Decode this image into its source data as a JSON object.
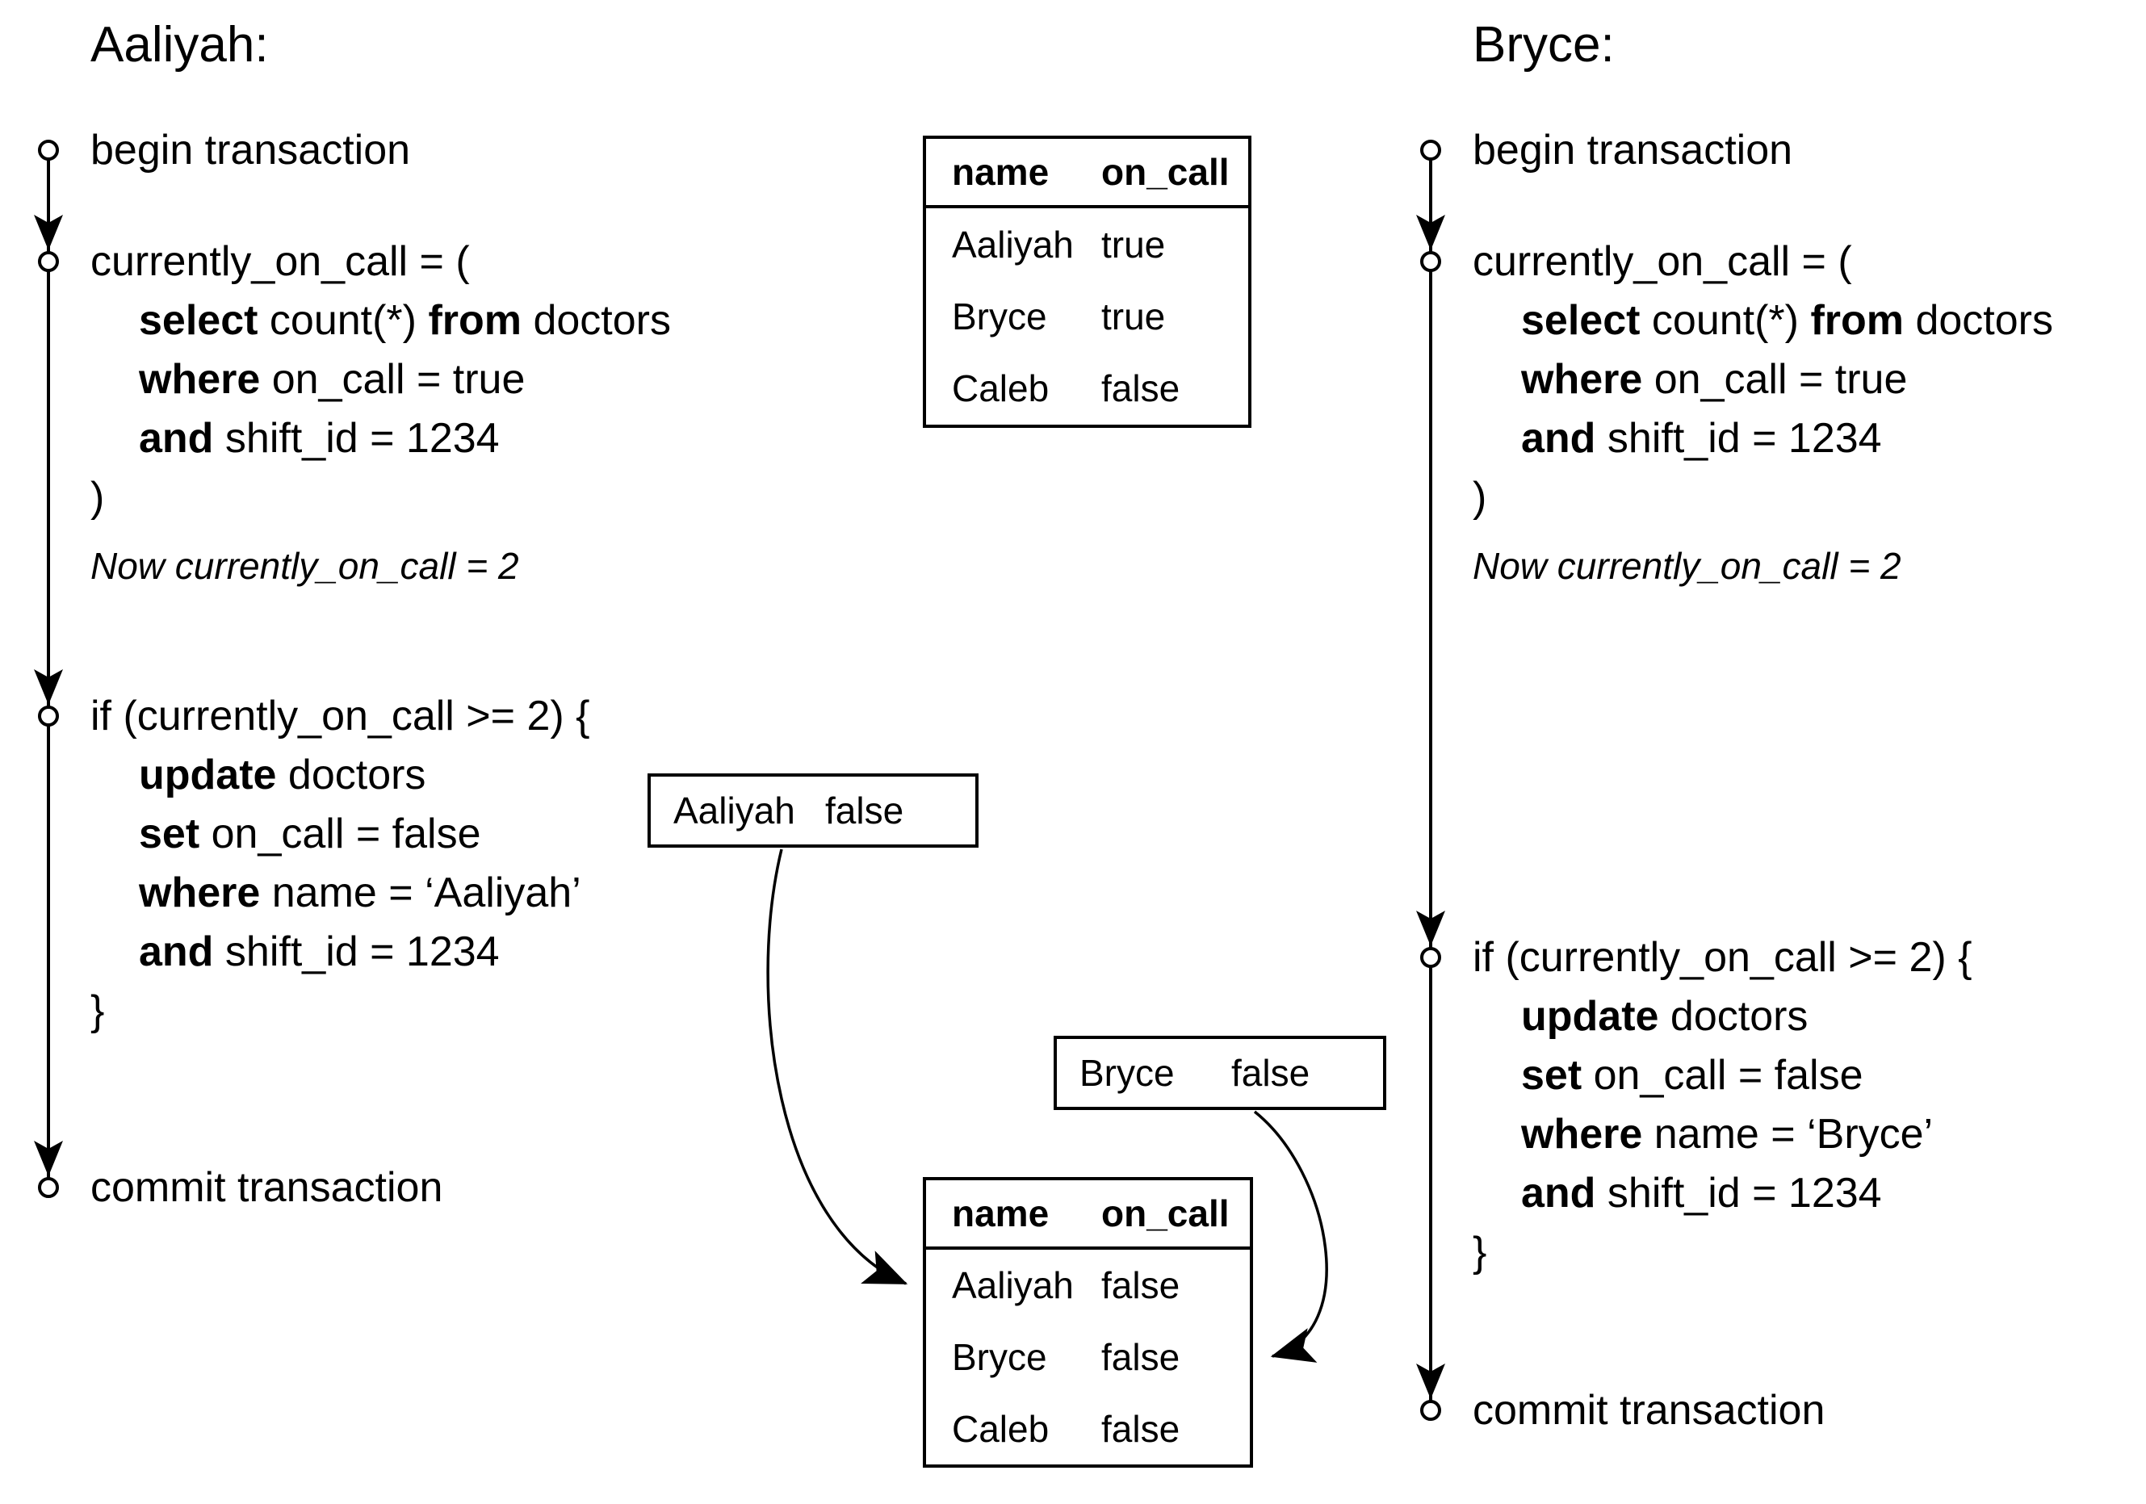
{
  "colors": {
    "ink": "#000000",
    "background": "#ffffff"
  },
  "left": {
    "title": "Aaliyah:",
    "begin_label": "begin transaction",
    "assign_open": "currently_on_call = (",
    "select": {
      "kw1": "select",
      "t1": " count(*) ",
      "kw2": "from",
      "t2": " doctors"
    },
    "where": {
      "kw": "where",
      "t": " on_call = true"
    },
    "and": {
      "kw": "and",
      "t": " shift_id = 1234"
    },
    "assign_close": ")",
    "note": "Now currently_on_call = 2",
    "if_open": "if (currently_on_call >= 2) {",
    "update": {
      "kw": "update",
      "t": " doctors"
    },
    "set": {
      "kw": "set",
      "t": " on_call = false"
    },
    "where_name": {
      "kw": "where",
      "t": " name = ‘Aaliyah’"
    },
    "and2": {
      "kw": "and",
      "t": " shift_id = 1234"
    },
    "if_close": "}",
    "commit_label": "commit transaction"
  },
  "right": {
    "title": "Bryce:",
    "begin_label": "begin transaction",
    "assign_open": "currently_on_call = (",
    "select": {
      "kw1": "select",
      "t1": " count(*) ",
      "kw2": "from",
      "t2": " doctors"
    },
    "where": {
      "kw": "where",
      "t": " on_call = true"
    },
    "and": {
      "kw": "and",
      "t": " shift_id = 1234"
    },
    "assign_close": ")",
    "note": "Now currently_on_call = 2",
    "if_open": "if (currently_on_call >= 2) {",
    "update": {
      "kw": "update",
      "t": " doctors"
    },
    "set": {
      "kw": "set",
      "t": " on_call = false"
    },
    "where_name": {
      "kw": "where",
      "t": " name = ‘Bryce’"
    },
    "and2": {
      "kw": "and",
      "t": " shift_id = 1234"
    },
    "if_close": "}",
    "commit_label": "commit transaction"
  },
  "table_before": {
    "headers": [
      "name",
      "on_call"
    ],
    "rows": [
      [
        "Aaliyah",
        "true"
      ],
      [
        "Bryce",
        "true"
      ],
      [
        "Caleb",
        "false"
      ]
    ]
  },
  "table_after": {
    "headers": [
      "name",
      "on_call"
    ],
    "rows": [
      [
        "Aaliyah",
        "false"
      ],
      [
        "Bryce",
        "false"
      ],
      [
        "Caleb",
        "false"
      ]
    ]
  },
  "update_box_aaliyah": {
    "name": "Aaliyah",
    "value": "false"
  },
  "update_box_bryce": {
    "name": "Bryce",
    "value": "false"
  }
}
